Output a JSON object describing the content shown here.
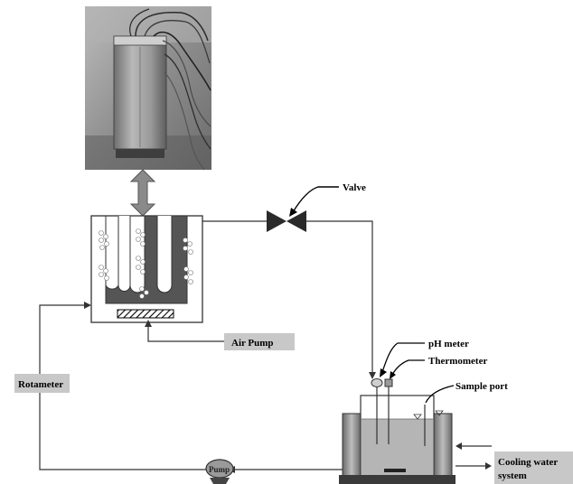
{
  "labels": {
    "valve": "Valve",
    "air_pump": "Air Pump",
    "rotameter": "Rotameter",
    "pump": "Pump",
    "ph_meter": "pH meter",
    "thermometer": "Thermometer",
    "sample_port": "Sample port",
    "cooling_water_line1": "Cooling water",
    "cooling_water_line2": "system"
  },
  "colors": {
    "line": "#333333",
    "label_box": "#c8c8c8",
    "electrode": "#555555",
    "arrow_gray": "#8a8a8a",
    "photo_bg": "#9a9a9a"
  }
}
